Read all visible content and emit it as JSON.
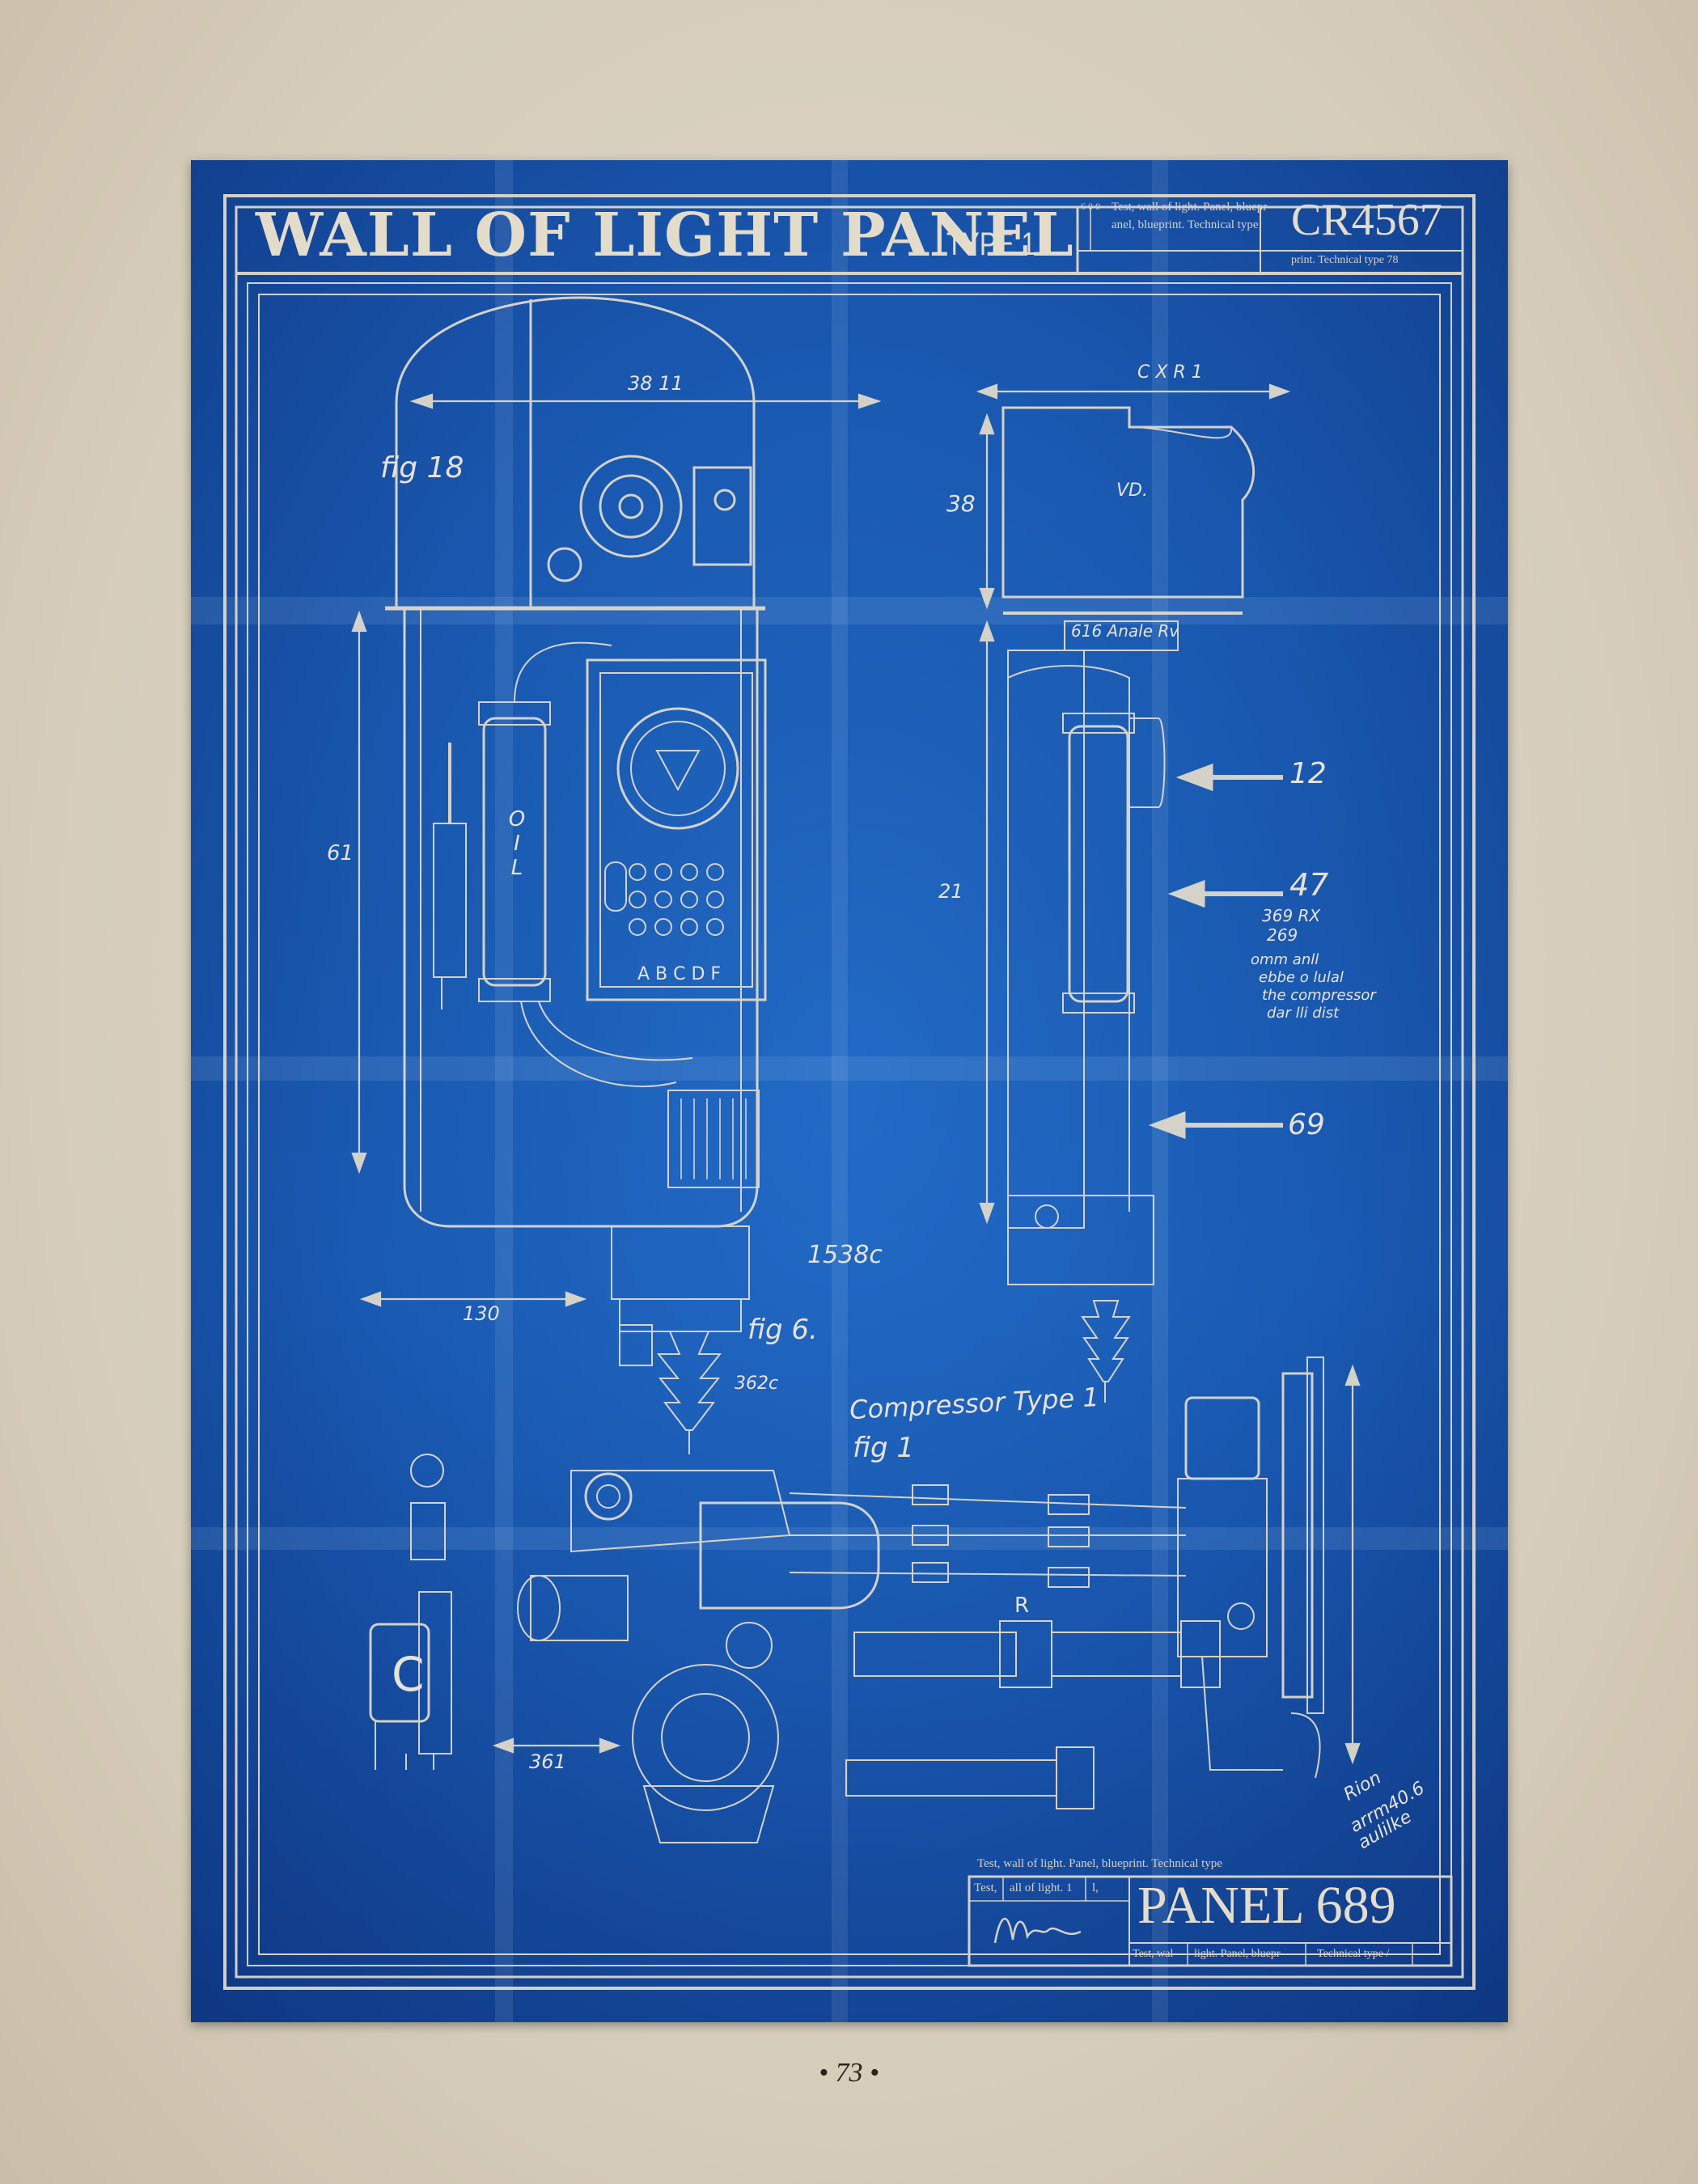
{
  "blueprint": {
    "title": "WALL OF LIGHT PANEL",
    "type_label": "TYPE 1",
    "code": "CR4567",
    "panel_label": "PANEL 689",
    "header_notes": {
      "line1": "Test, wall of light. Panel, bluepr",
      "line2": "anel, blueprint. Technical type",
      "line3": "print. Technical type 78",
      "marks": "6 0 0"
    },
    "footer_notes": {
      "caption": "Test, wall of light. Panel, blueprint. Technical type",
      "cell1": "Test,",
      "cell2": "all of light. 1",
      "cell3": "l,",
      "bottom1": "Test, wal",
      "bottom2": "light. Panel, bluepr",
      "bottom3": "Technical type /"
    },
    "annotations": {
      "dim_top": "38 11",
      "dim_side_top": "C X R 1",
      "dim_38": "38",
      "dim_61": "61",
      "dim_21": "21",
      "dim_130": "130",
      "dim_361": "361",
      "fig_18": "fig 18",
      "fig_6": "fig 6.",
      "fig_1": "fig 1",
      "label_616": "616 Anale Rv",
      "label_vd": "VD.",
      "label_oil": "OIL",
      "label_abcd": "A B C D F",
      "label_r": "R",
      "label_c": "C",
      "arrow_12": "12",
      "arrow_47": "47",
      "arrow_69": "69",
      "note_369": "369 RX",
      "note_269": "269",
      "note_script1": "omm anll",
      "note_script2": "ebbe o lulal",
      "note_script3": "the compressor",
      "note_script4": "dar lli dist",
      "label_1538": "1538c",
      "label_362": "362c",
      "compressor_label": "Compressor Type 1",
      "corner_script1": "Rion",
      "corner_script2": "arrm40.6",
      "corner_script3": "aulilke"
    }
  },
  "page_number": "73",
  "colors": {
    "blueprint_blue": "#1a58b0",
    "line_cream": "#e4dccb",
    "paper": "#d9d1c1"
  }
}
